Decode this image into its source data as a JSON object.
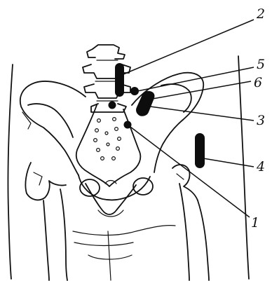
{
  "figure": {
    "labels": [
      {
        "key": "label-2",
        "text": "2"
      },
      {
        "key": "label-5",
        "text": "5"
      },
      {
        "key": "label-6",
        "text": "6"
      },
      {
        "key": "label-3",
        "text": "3"
      },
      {
        "key": "label-4",
        "text": "4"
      },
      {
        "key": "label-1",
        "text": "1"
      }
    ],
    "colors": {
      "ink": "#111111",
      "background": "#ffffff"
    }
  }
}
